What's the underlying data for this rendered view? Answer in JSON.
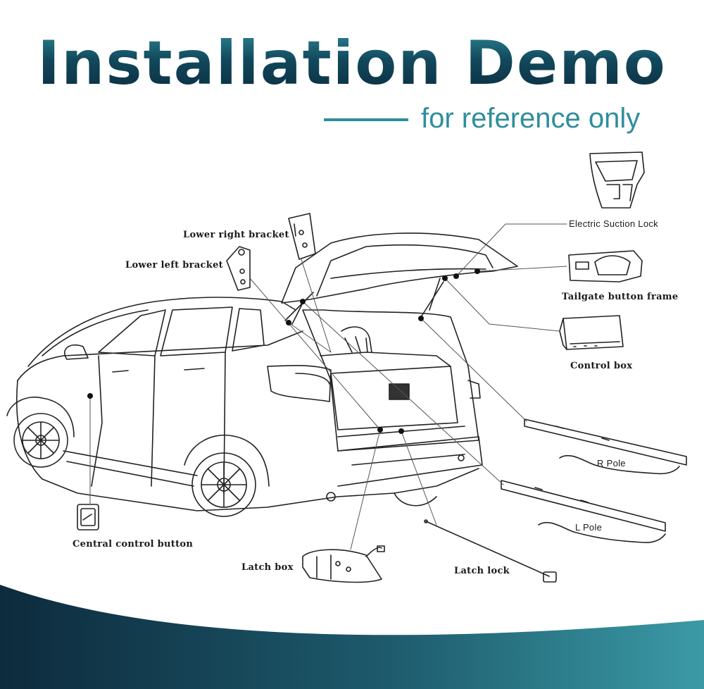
{
  "header": {
    "title": "Installation Demo",
    "subtitle": "for reference only"
  },
  "labels": {
    "lower_right_bracket": "Lower right bracket",
    "lower_left_bracket": "Lower left bracket",
    "electric_suction_lock": "Electric Suction Lock",
    "tailgate_button_frame": "Tailgate button frame",
    "control_box": "Control box",
    "r_pole": "R Pole",
    "l_pole": "L Pole",
    "central_control_button": "Central control button",
    "latch_box": "Latch box",
    "latch_lock": "Latch lock"
  },
  "colors": {
    "title_dark": "#0b2a3c",
    "accent_teal": "#2f8e9c",
    "band_dark": "#0d2b3d",
    "band_light": "#3b9aa6"
  }
}
